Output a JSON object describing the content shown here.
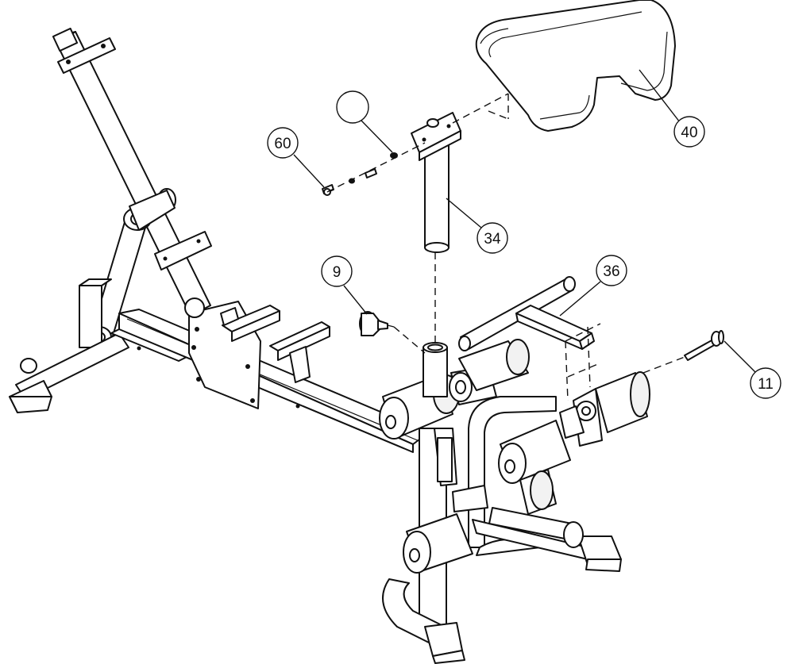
{
  "diagram": {
    "callouts": [
      {
        "id": "60",
        "label": "60"
      },
      {
        "id": "blank",
        "label": ""
      },
      {
        "id": "40",
        "label": "40"
      },
      {
        "id": "34",
        "label": "34"
      },
      {
        "id": "9",
        "label": "9"
      },
      {
        "id": "36",
        "label": "36"
      },
      {
        "id": "11",
        "label": "11"
      }
    ],
    "colors": {
      "line": "#111111",
      "background": "#ffffff"
    }
  }
}
